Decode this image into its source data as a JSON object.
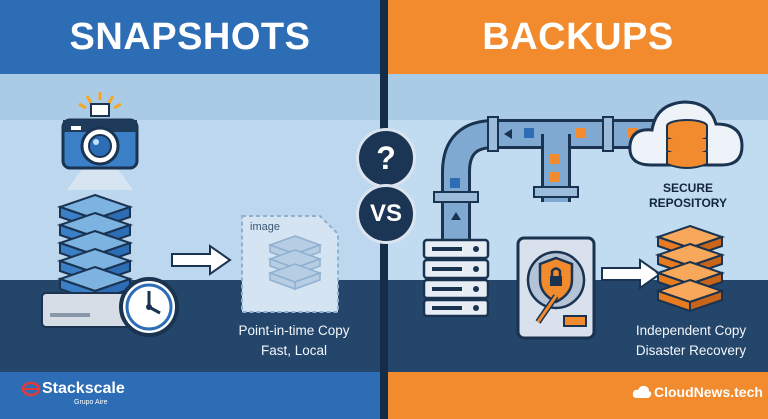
{
  "left": {
    "title": "SNAPSHOTS",
    "caption_line1": "Point-in-time Copy",
    "caption_line2": "Fast, Local",
    "doc_label": "image",
    "logo_main": "Stackscale",
    "logo_sub": "Grupo Aire",
    "colors": {
      "header": "#2d6db5",
      "footer": "#2d6db5"
    }
  },
  "center": {
    "question": "?",
    "vs": "VS"
  },
  "right": {
    "title": "BACKUPS",
    "repo_line1": "SECURE",
    "repo_line2": "REPOSITORY",
    "caption_line1": "Independent Copy",
    "caption_line2": "Disaster Recovery",
    "logo": "CloudNews.tech",
    "colors": {
      "header": "#f28a2e",
      "footer": "#f28a2e"
    }
  },
  "icons": [
    "camera-icon",
    "server-stack-icon",
    "clock-icon",
    "arrow-right-icon",
    "document-icon",
    "pipe-icon",
    "cloud-icon",
    "database-icon",
    "hard-drive-icon",
    "shield-lock-icon"
  ]
}
